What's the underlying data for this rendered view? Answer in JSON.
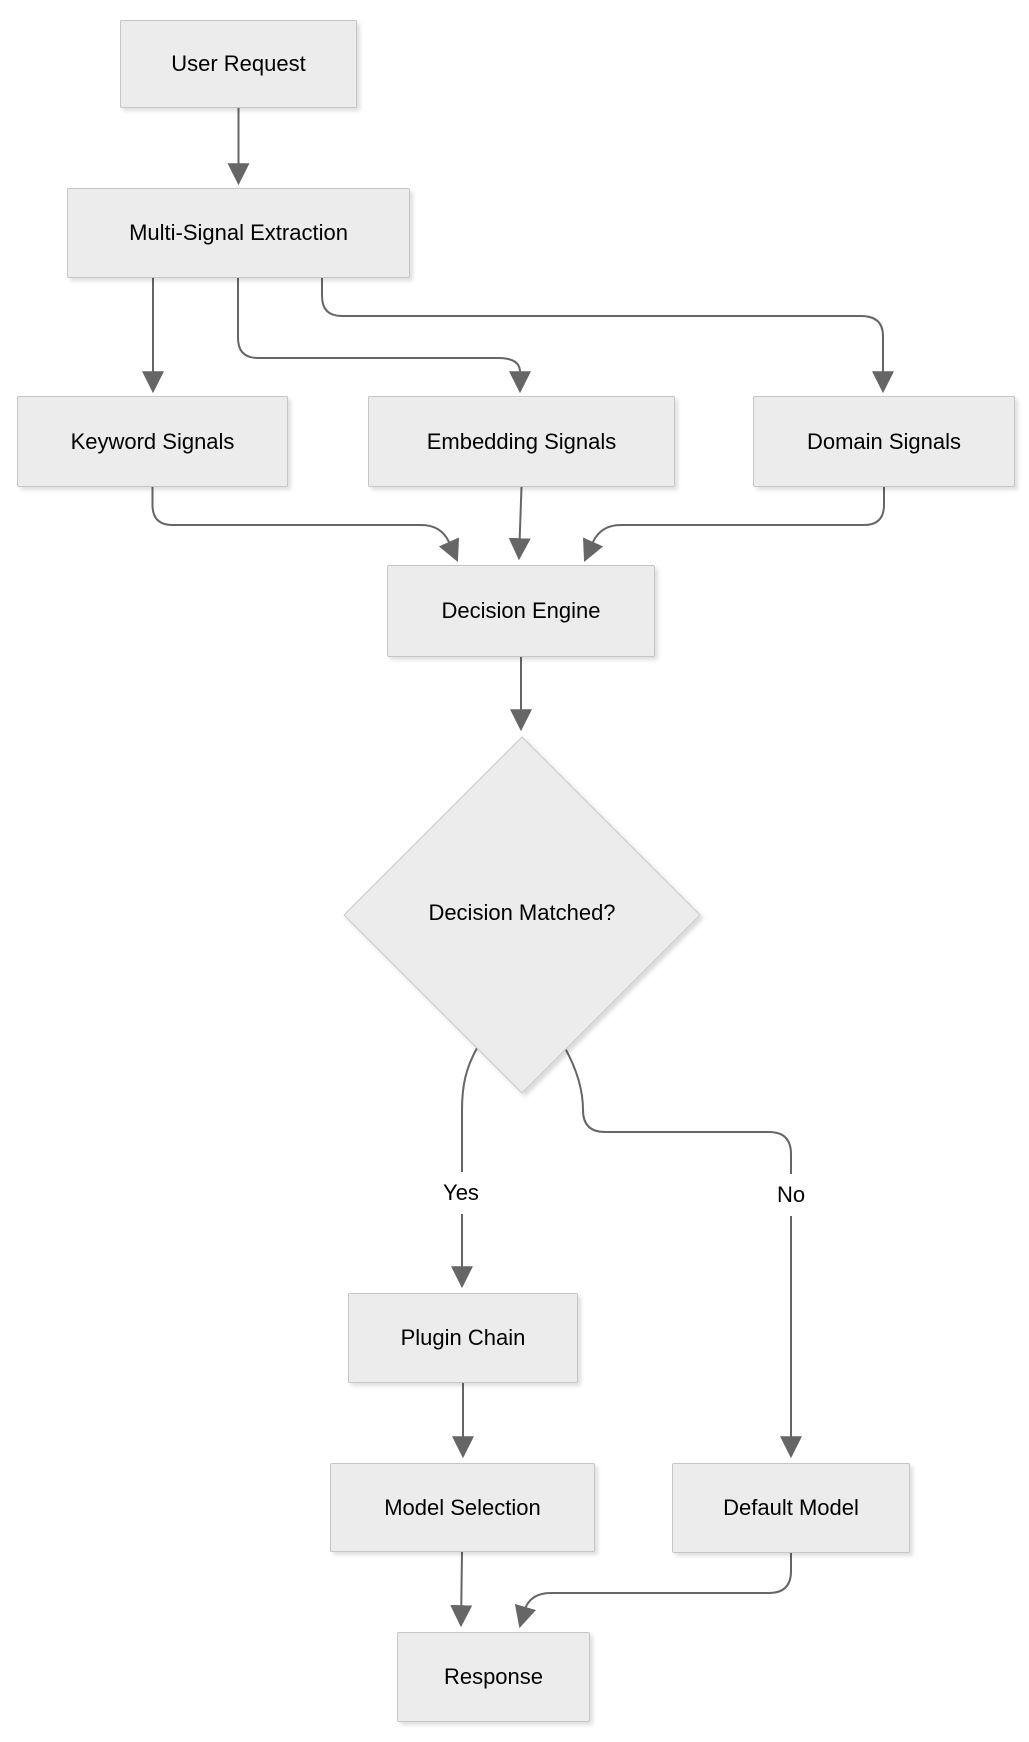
{
  "diagram": {
    "type": "flowchart",
    "direction": "top-down",
    "background_color": "#ffffff",
    "node_fill_color": "#ececec",
    "node_border_color": "#c6c6c6",
    "edge_color": "#666666",
    "label_text_color": "#000000",
    "nodes": [
      {
        "id": "user-request",
        "label": "User Request",
        "shape": "rectangle"
      },
      {
        "id": "multi-signal-extraction",
        "label": "Multi-Signal Extraction",
        "shape": "rectangle"
      },
      {
        "id": "keyword-signals",
        "label": "Keyword Signals",
        "shape": "rectangle"
      },
      {
        "id": "embedding-signals",
        "label": "Embedding Signals",
        "shape": "rectangle"
      },
      {
        "id": "domain-signals",
        "label": "Domain Signals",
        "shape": "rectangle"
      },
      {
        "id": "decision-engine",
        "label": "Decision Engine",
        "shape": "rectangle"
      },
      {
        "id": "decision-matched",
        "label": "Decision Matched?",
        "shape": "diamond"
      },
      {
        "id": "plugin-chain",
        "label": "Plugin Chain",
        "shape": "rectangle"
      },
      {
        "id": "model-selection",
        "label": "Model Selection",
        "shape": "rectangle"
      },
      {
        "id": "default-model",
        "label": "Default Model",
        "shape": "rectangle"
      },
      {
        "id": "response",
        "label": "Response",
        "shape": "rectangle"
      }
    ],
    "edges": [
      {
        "from": "user-request",
        "to": "multi-signal-extraction",
        "label": ""
      },
      {
        "from": "multi-signal-extraction",
        "to": "keyword-signals",
        "label": ""
      },
      {
        "from": "multi-signal-extraction",
        "to": "embedding-signals",
        "label": ""
      },
      {
        "from": "multi-signal-extraction",
        "to": "domain-signals",
        "label": ""
      },
      {
        "from": "keyword-signals",
        "to": "decision-engine",
        "label": ""
      },
      {
        "from": "embedding-signals",
        "to": "decision-engine",
        "label": ""
      },
      {
        "from": "domain-signals",
        "to": "decision-engine",
        "label": ""
      },
      {
        "from": "decision-engine",
        "to": "decision-matched",
        "label": ""
      },
      {
        "from": "decision-matched",
        "to": "plugin-chain",
        "label": "Yes"
      },
      {
        "from": "decision-matched",
        "to": "default-model",
        "label": "No"
      },
      {
        "from": "plugin-chain",
        "to": "model-selection",
        "label": ""
      },
      {
        "from": "model-selection",
        "to": "response",
        "label": ""
      },
      {
        "from": "default-model",
        "to": "response",
        "label": ""
      }
    ]
  }
}
